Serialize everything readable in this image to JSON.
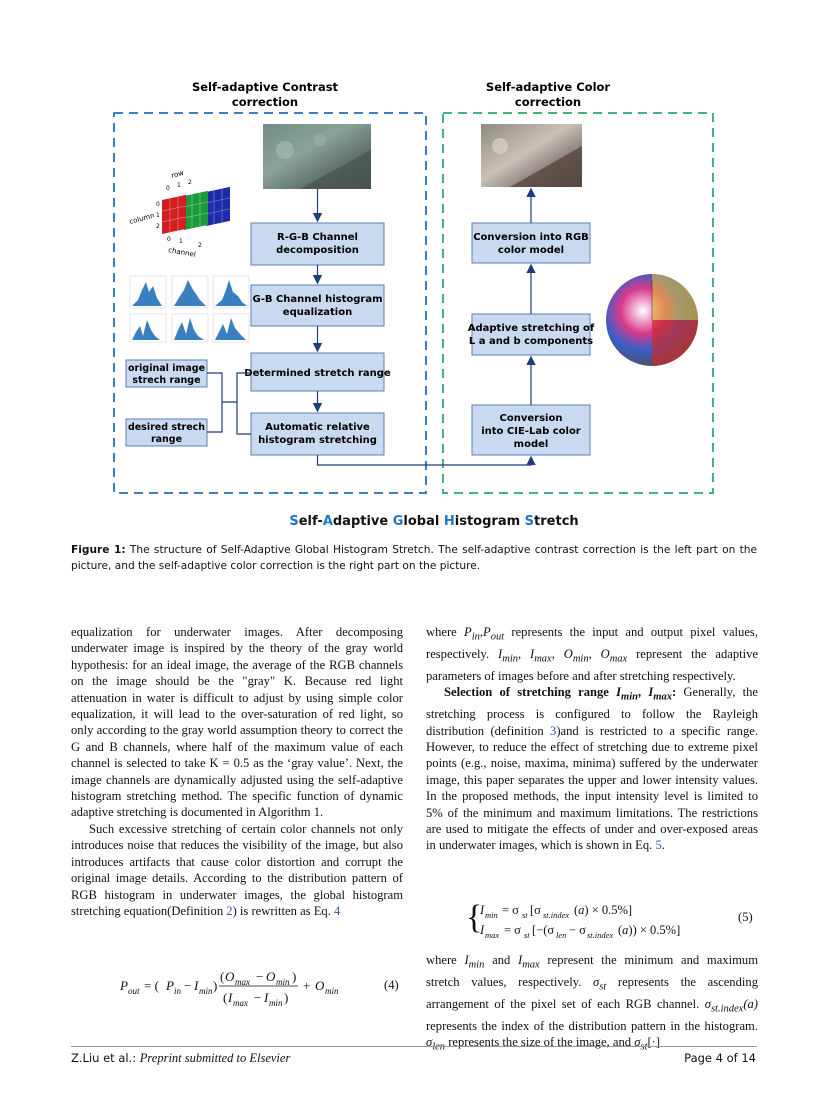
{
  "figure": {
    "left_title_line1": "Self-adaptive Contrast",
    "left_title_line2": "correction",
    "right_title_line1": "Self-adaptive Color",
    "right_title_line2": "correction",
    "boxes": {
      "rgb_decomp": [
        "R-G-B Channel",
        "decomposition"
      ],
      "hist_eq": [
        "G-B Channel histogram",
        "equalization"
      ],
      "stretch_range": [
        "Determined stretch range"
      ],
      "auto_stretch": [
        "Automatic relative",
        "histogram stretching"
      ],
      "original_range": [
        "original image",
        "strech range"
      ],
      "desired_range": [
        "desired strech",
        "range"
      ],
      "to_rgb": [
        "Conversion into RGB",
        "color model"
      ],
      "adaptive_lab": [
        "Adaptive stretching of",
        "L a and b components"
      ],
      "to_lab": [
        "Conversion",
        "into CIE-Lab color",
        "model"
      ]
    },
    "matrix_labels": {
      "row": "row",
      "column": "column",
      "channel": "channel"
    },
    "bottom_title": {
      "parts": [
        {
          "t": "S",
          "c": "#1f77c4"
        },
        {
          "t": "elf-",
          "c": "#111"
        },
        {
          "t": "A",
          "c": "#1f77c4"
        },
        {
          "t": "daptive ",
          "c": "#111"
        },
        {
          "t": "G",
          "c": "#1f77c4"
        },
        {
          "t": "lobal ",
          "c": "#111"
        },
        {
          "t": "H",
          "c": "#1f77c4"
        },
        {
          "t": "istogram ",
          "c": "#111"
        },
        {
          "t": "S",
          "c": "#1f77c4"
        },
        {
          "t": "tretch",
          "c": "#111"
        }
      ]
    },
    "colors": {
      "left_border": "#3b7fc9",
      "right_border": "#43b37a",
      "box_fill": "#c9d9ef",
      "box_stroke": "#5b7fb5",
      "arrow": "#1f3d7a"
    }
  },
  "caption": {
    "label": "Figure 1:",
    "text": " The structure of Self-Adaptive Global Histogram Stretch. The self-adaptive contrast correction is the left part on the picture, and the self-adaptive color correction is the right part on the picture."
  },
  "left_col": {
    "p1": "equalization for underwater images. After decomposing underwater image is inspired by the theory of the gray world hypothesis: for an ideal image, the average of the RGB channels on the image should be the \"gray\" K. Because red light attenuation in water is difficult to adjust by using simple color equalization, it will lead to the over-saturation of red light, so only according to the gray world assumption theory to correct the G and B channels, where half of the maximum value of each channel is selected to take K = 0.5 as the ‘gray value’. Next, the image channels are dynamically adjusted using the self-adaptive histogram stretching method. The specific function of dynamic adaptive stretching is documented in Algorithm 1.",
    "p2a": "Such excessive stretching of certain color channels not only introduces noise that reduces the visibility of the image, but also introduces artifacts that cause color distortion and corrupt the original image details. According to the distribution pattern of RGB histogram in underwater images, the global histogram stretching equation(Definition ",
    "p2_ref": "2",
    "p2b": ") is rewritten as Eq. ",
    "p2_eqref": "4",
    "eq4_num": "(4)"
  },
  "right_col": {
    "p1a": "where ",
    "p1b": " represents the input and output pixel values, respectively. ",
    "p1c": " represent the adaptive parameters of images before and after stretching respectively.",
    "p2_head": "Selection of stretching range ",
    "p2a": " Generally, the stretching process is configured to follow the Rayleigh distribution (definition ",
    "p2_ref": "3",
    "p2b": ")and is restricted to a specific range. However, to reduce the effect of stretching due to extreme pixel points (e.g., noise, maxima, minima) suffered by the underwater image, this paper separates the upper and lower intensity values. In the proposed methods, the input intensity level is limited to 5% of the minimum and maximum limitations. The restrictions are used to mitigate the effects of under and over-exposed areas in underwater images, which is shown in Eq. ",
    "p2_eqref": "5",
    "eq5_num": "(5)",
    "p3a": "where ",
    "p3b": " and ",
    "p3c": " represent the minimum and maximum stretch values, respectively. ",
    "p3d": " represents the ascending arrangement of the pixel set of each RGB channel. ",
    "p3e": " represents the index of the distribution pattern in the histogram. ",
    "p3f": " represents the size of the image, and "
  },
  "footer": {
    "left": "Z.Liu et al.: ",
    "left_italic": "Preprint submitted to Elsevier",
    "right": "Page 4 of 14"
  }
}
